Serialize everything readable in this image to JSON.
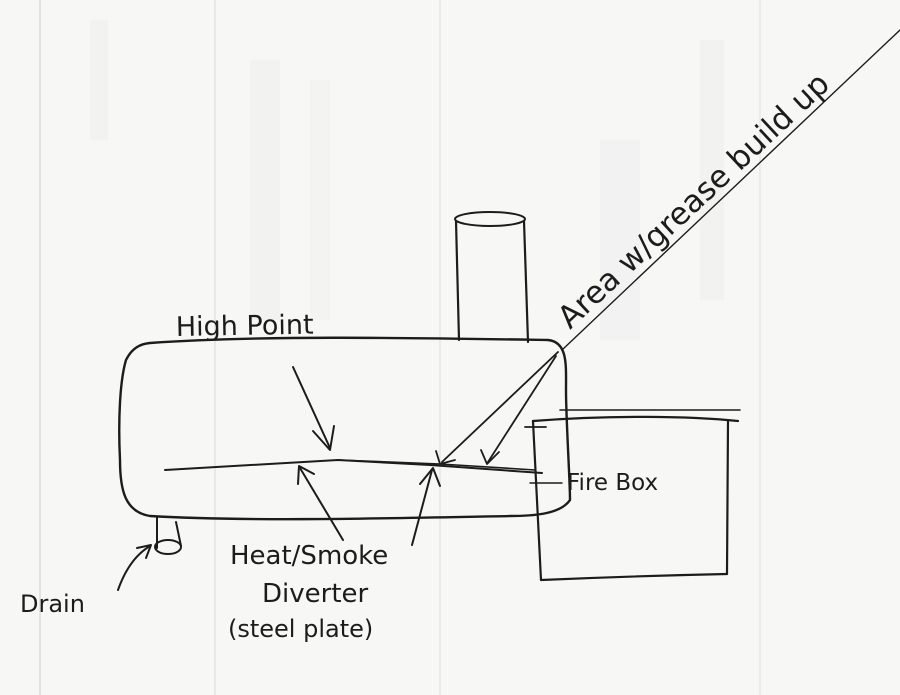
{
  "labels": {
    "high_point": "High Point",
    "grease": "Area w/grease build up",
    "firebox": "Fire Box",
    "diverter_line1": "Heat/Smoke",
    "diverter_line2": "Diverter",
    "diverter_line3": "(steel plate)",
    "drain": "Drain"
  },
  "colors": {
    "paper": "#f7f7f5",
    "ink": "#1c1c1c",
    "bleed_through": "#c9c9c9"
  }
}
